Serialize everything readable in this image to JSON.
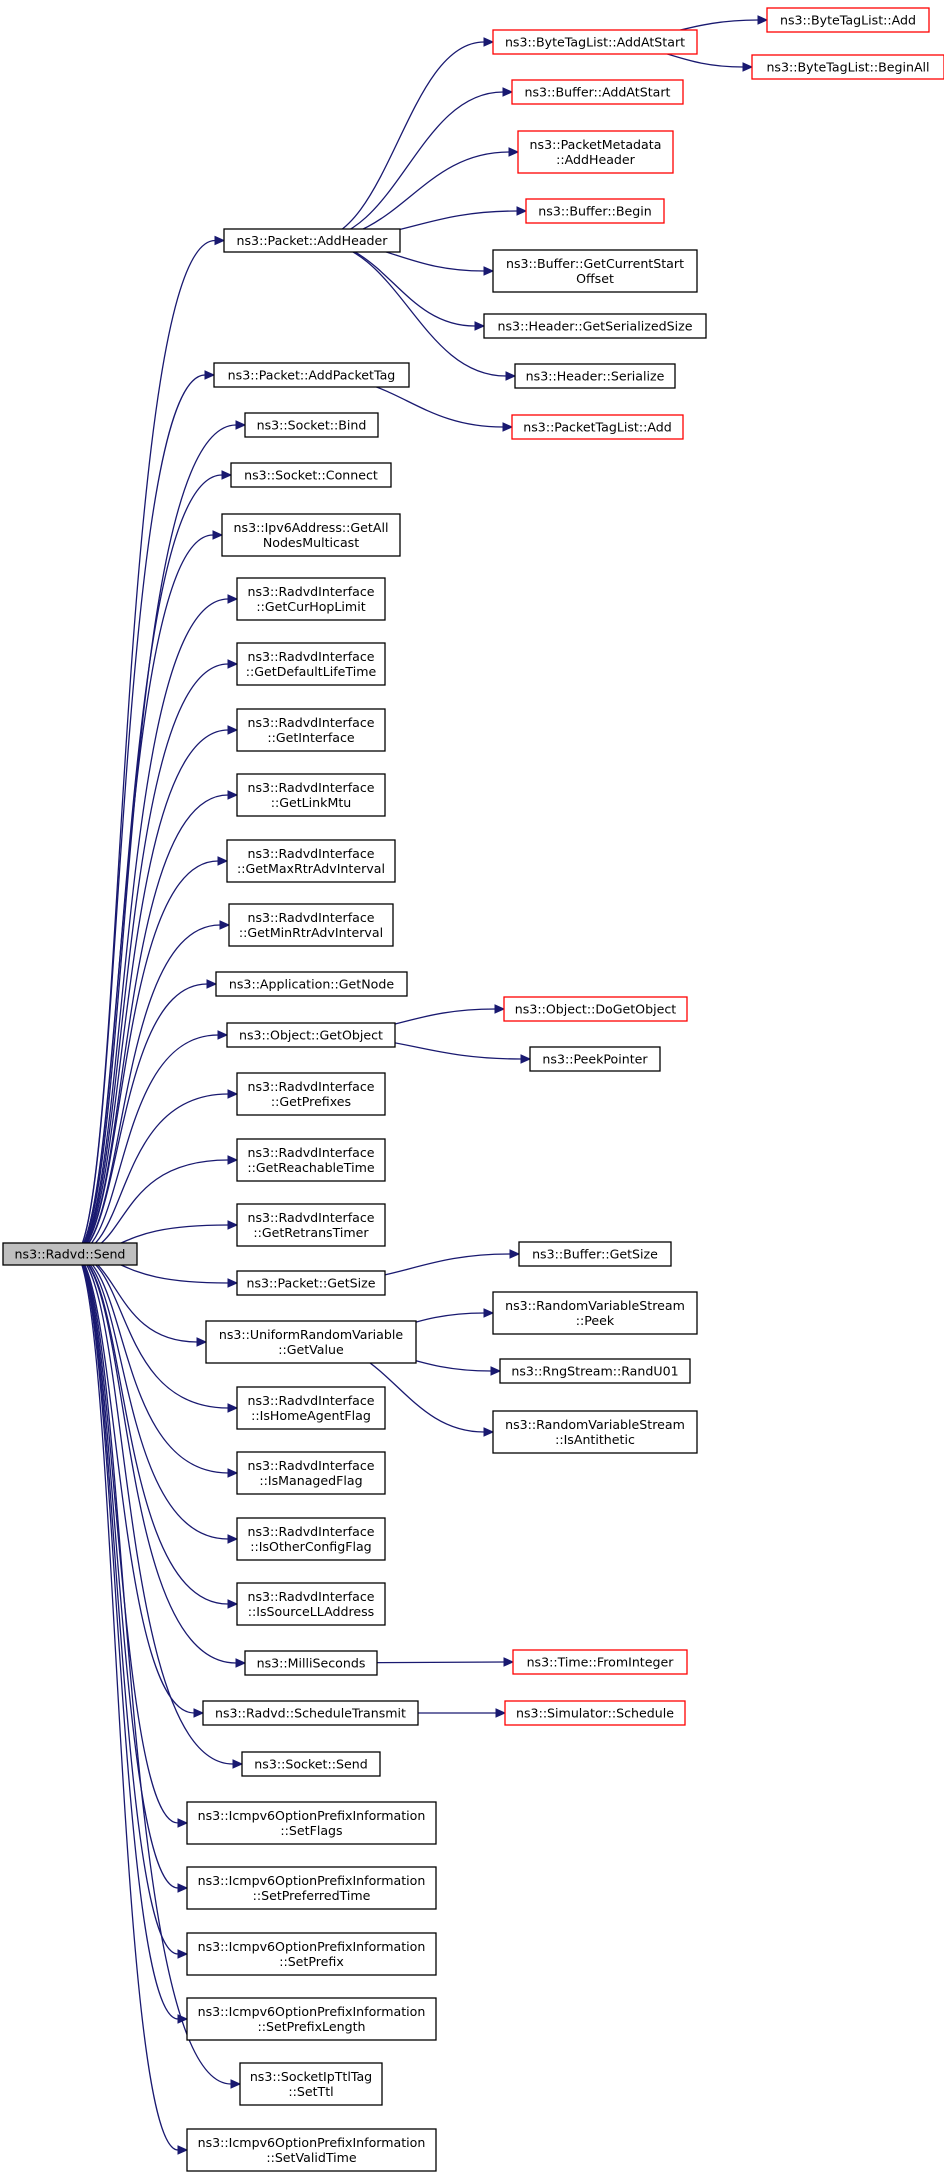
{
  "graph": {
    "root": "ns3::Radvd::Send",
    "colors": {
      "edge": "#191970",
      "node_border": "#000000",
      "truncated_border": "#ff0000",
      "root_fill": "#bfbfbf",
      "node_fill": "#ffffff"
    },
    "nodes": [
      {
        "id": "send",
        "lines": [
          "ns3::Radvd::Send"
        ],
        "kind": "root"
      },
      {
        "id": "addHeader",
        "lines": [
          "ns3::Packet::AddHeader"
        ],
        "kind": "normal"
      },
      {
        "id": "addPacketTag",
        "lines": [
          "ns3::Packet::AddPacketTag"
        ],
        "kind": "normal"
      },
      {
        "id": "socketBind",
        "lines": [
          "ns3::Socket::Bind"
        ],
        "kind": "normal"
      },
      {
        "id": "socketConnect",
        "lines": [
          "ns3::Socket::Connect"
        ],
        "kind": "normal"
      },
      {
        "id": "ipv6All",
        "lines": [
          "ns3::Ipv6Address::GetAll",
          "NodesMulticast"
        ],
        "kind": "normal"
      },
      {
        "id": "curHop",
        "lines": [
          "ns3::RadvdInterface",
          "::GetCurHopLimit"
        ],
        "kind": "normal"
      },
      {
        "id": "defLife",
        "lines": [
          "ns3::RadvdInterface",
          "::GetDefaultLifeTime"
        ],
        "kind": "normal"
      },
      {
        "id": "getIf",
        "lines": [
          "ns3::RadvdInterface",
          "::GetInterface"
        ],
        "kind": "normal"
      },
      {
        "id": "linkMtu",
        "lines": [
          "ns3::RadvdInterface",
          "::GetLinkMtu"
        ],
        "kind": "normal"
      },
      {
        "id": "maxRtr",
        "lines": [
          "ns3::RadvdInterface",
          "::GetMaxRtrAdvInterval"
        ],
        "kind": "normal"
      },
      {
        "id": "minRtr",
        "lines": [
          "ns3::RadvdInterface",
          "::GetMinRtrAdvInterval"
        ],
        "kind": "normal"
      },
      {
        "id": "appNode",
        "lines": [
          "ns3::Application::GetNode"
        ],
        "kind": "normal"
      },
      {
        "id": "getObject",
        "lines": [
          "ns3::Object::GetObject"
        ],
        "kind": "normal"
      },
      {
        "id": "prefixes",
        "lines": [
          "ns3::RadvdInterface",
          "::GetPrefixes"
        ],
        "kind": "normal"
      },
      {
        "id": "reachable",
        "lines": [
          "ns3::RadvdInterface",
          "::GetReachableTime"
        ],
        "kind": "normal"
      },
      {
        "id": "retrans",
        "lines": [
          "ns3::RadvdInterface",
          "::GetRetransTimer"
        ],
        "kind": "normal"
      },
      {
        "id": "pktSize",
        "lines": [
          "ns3::Packet::GetSize"
        ],
        "kind": "normal"
      },
      {
        "id": "urvGet",
        "lines": [
          "ns3::UniformRandomVariable",
          "::GetValue"
        ],
        "kind": "normal"
      },
      {
        "id": "homeAgent",
        "lines": [
          "ns3::RadvdInterface",
          "::IsHomeAgentFlag"
        ],
        "kind": "normal"
      },
      {
        "id": "managed",
        "lines": [
          "ns3::RadvdInterface",
          "::IsManagedFlag"
        ],
        "kind": "normal"
      },
      {
        "id": "otherCfg",
        "lines": [
          "ns3::RadvdInterface",
          "::IsOtherConfigFlag"
        ],
        "kind": "normal"
      },
      {
        "id": "srcLL",
        "lines": [
          "ns3::RadvdInterface",
          "::IsSourceLLAddress"
        ],
        "kind": "normal"
      },
      {
        "id": "milli",
        "lines": [
          "ns3::MilliSeconds"
        ],
        "kind": "normal"
      },
      {
        "id": "schedTx",
        "lines": [
          "ns3::Radvd::ScheduleTransmit"
        ],
        "kind": "normal"
      },
      {
        "id": "sockSend",
        "lines": [
          "ns3::Socket::Send"
        ],
        "kind": "normal"
      },
      {
        "id": "setFlags",
        "lines": [
          "ns3::Icmpv6OptionPrefixInformation",
          "::SetFlags"
        ],
        "kind": "normal"
      },
      {
        "id": "setPref",
        "lines": [
          "ns3::Icmpv6OptionPrefixInformation",
          "::SetPreferredTime"
        ],
        "kind": "normal"
      },
      {
        "id": "setPrefix",
        "lines": [
          "ns3::Icmpv6OptionPrefixInformation",
          "::SetPrefix"
        ],
        "kind": "normal"
      },
      {
        "id": "setPrefLen",
        "lines": [
          "ns3::Icmpv6OptionPrefixInformation",
          "::SetPrefixLength"
        ],
        "kind": "normal"
      },
      {
        "id": "setTtl",
        "lines": [
          "ns3::SocketIpTtlTag",
          "::SetTtl"
        ],
        "kind": "normal"
      },
      {
        "id": "setValid",
        "lines": [
          "ns3::Icmpv6OptionPrefixInformation",
          "::SetValidTime"
        ],
        "kind": "normal"
      },
      {
        "id": "btlAddAtStart",
        "lines": [
          "ns3::ByteTagList::AddAtStart"
        ],
        "kind": "truncated"
      },
      {
        "id": "btlAdd",
        "lines": [
          "ns3::ByteTagList::Add"
        ],
        "kind": "truncated"
      },
      {
        "id": "btlBeginAll",
        "lines": [
          "ns3::ByteTagList::BeginAll"
        ],
        "kind": "truncated"
      },
      {
        "id": "bufAddAtStart",
        "lines": [
          "ns3::Buffer::AddAtStart"
        ],
        "kind": "truncated"
      },
      {
        "id": "pmAddHeader",
        "lines": [
          "ns3::PacketMetadata",
          "::AddHeader"
        ],
        "kind": "truncated"
      },
      {
        "id": "bufBegin",
        "lines": [
          "ns3::Buffer::Begin"
        ],
        "kind": "truncated"
      },
      {
        "id": "bufCurStart",
        "lines": [
          "ns3::Buffer::GetCurrentStart",
          "Offset"
        ],
        "kind": "normal"
      },
      {
        "id": "hdrSerSize",
        "lines": [
          "ns3::Header::GetSerializedSize"
        ],
        "kind": "normal"
      },
      {
        "id": "hdrSerialize",
        "lines": [
          "ns3::Header::Serialize"
        ],
        "kind": "normal"
      },
      {
        "id": "ptlAdd",
        "lines": [
          "ns3::PacketTagList::Add"
        ],
        "kind": "truncated"
      },
      {
        "id": "doGetObject",
        "lines": [
          "ns3::Object::DoGetObject"
        ],
        "kind": "truncated"
      },
      {
        "id": "peekPtr",
        "lines": [
          "ns3::PeekPointer"
        ],
        "kind": "normal"
      },
      {
        "id": "bufGetSize",
        "lines": [
          "ns3::Buffer::GetSize"
        ],
        "kind": "normal"
      },
      {
        "id": "rvsPeek",
        "lines": [
          "ns3::RandomVariableStream",
          "::Peek"
        ],
        "kind": "normal"
      },
      {
        "id": "randU01",
        "lines": [
          "ns3::RngStream::RandU01"
        ],
        "kind": "normal"
      },
      {
        "id": "isAnti",
        "lines": [
          "ns3::RandomVariableStream",
          "::IsAntithetic"
        ],
        "kind": "normal"
      },
      {
        "id": "fromInt",
        "lines": [
          "ns3::Time::FromInteger"
        ],
        "kind": "truncated"
      },
      {
        "id": "simSched",
        "lines": [
          "ns3::Simulator::Schedule"
        ],
        "kind": "truncated"
      }
    ],
    "edges": [
      [
        "send",
        "addHeader"
      ],
      [
        "send",
        "addPacketTag"
      ],
      [
        "send",
        "socketBind"
      ],
      [
        "send",
        "socketConnect"
      ],
      [
        "send",
        "ipv6All"
      ],
      [
        "send",
        "curHop"
      ],
      [
        "send",
        "defLife"
      ],
      [
        "send",
        "getIf"
      ],
      [
        "send",
        "linkMtu"
      ],
      [
        "send",
        "maxRtr"
      ],
      [
        "send",
        "minRtr"
      ],
      [
        "send",
        "appNode"
      ],
      [
        "send",
        "getObject"
      ],
      [
        "send",
        "prefixes"
      ],
      [
        "send",
        "reachable"
      ],
      [
        "send",
        "retrans"
      ],
      [
        "send",
        "pktSize"
      ],
      [
        "send",
        "urvGet"
      ],
      [
        "send",
        "homeAgent"
      ],
      [
        "send",
        "managed"
      ],
      [
        "send",
        "otherCfg"
      ],
      [
        "send",
        "srcLL"
      ],
      [
        "send",
        "milli"
      ],
      [
        "send",
        "schedTx"
      ],
      [
        "send",
        "sockSend"
      ],
      [
        "send",
        "setFlags"
      ],
      [
        "send",
        "setPref"
      ],
      [
        "send",
        "setPrefix"
      ],
      [
        "send",
        "setPrefLen"
      ],
      [
        "send",
        "setTtl"
      ],
      [
        "send",
        "setValid"
      ],
      [
        "addHeader",
        "btlAddAtStart"
      ],
      [
        "addHeader",
        "bufAddAtStart"
      ],
      [
        "addHeader",
        "pmAddHeader"
      ],
      [
        "addHeader",
        "bufBegin"
      ],
      [
        "addHeader",
        "bufCurStart"
      ],
      [
        "addHeader",
        "hdrSerSize"
      ],
      [
        "addHeader",
        "hdrSerialize"
      ],
      [
        "btlAddAtStart",
        "btlAdd"
      ],
      [
        "btlAddAtStart",
        "btlBeginAll"
      ],
      [
        "addPacketTag",
        "ptlAdd"
      ],
      [
        "getObject",
        "doGetObject"
      ],
      [
        "getObject",
        "peekPtr"
      ],
      [
        "pktSize",
        "bufGetSize"
      ],
      [
        "urvGet",
        "rvsPeek"
      ],
      [
        "urvGet",
        "randU01"
      ],
      [
        "urvGet",
        "isAnti"
      ],
      [
        "milli",
        "fromInt"
      ],
      [
        "schedTx",
        "simSched"
      ]
    ]
  }
}
